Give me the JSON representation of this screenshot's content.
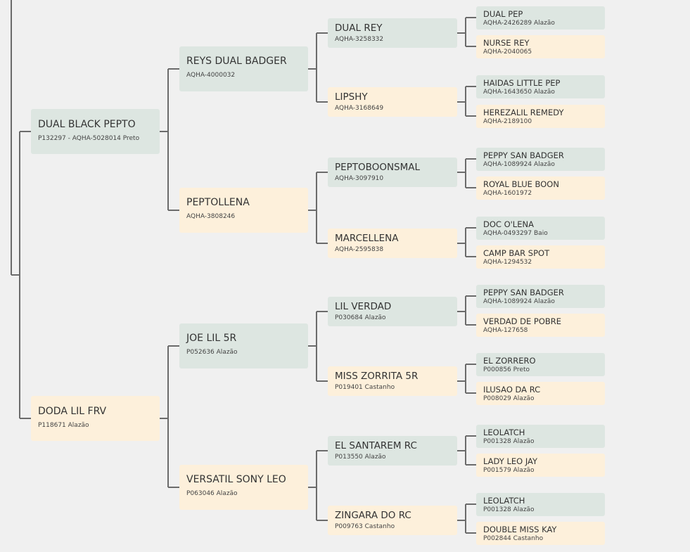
{
  "colors": {
    "sire": "#dde6e1",
    "dam": "#fdf0db",
    "connector": "#6b6b6b",
    "background": "#f0f0f0"
  },
  "tree": {
    "sire": {
      "name": "DUAL BLACK PEPTO",
      "sub": "P132297 - AQHA-5028014 Preto",
      "sire": {
        "name": "REYS DUAL BADGER",
        "sub": "AQHA-4000032",
        "sire": {
          "name": "DUAL REY",
          "sub": "AQHA-3258332",
          "sire": {
            "name": "DUAL PEP",
            "sub": "AQHA-2426289 Alazão"
          },
          "dam": {
            "name": "NURSE REY",
            "sub": "AQHA-2040065"
          }
        },
        "dam": {
          "name": "LIPSHY",
          "sub": "AQHA-3168649",
          "sire": {
            "name": "HAIDAS LITTLE PEP",
            "sub": "AQHA-1643650 Alazão"
          },
          "dam": {
            "name": "HEREZALIL REMEDY",
            "sub": "AQHA-2189100"
          }
        }
      },
      "dam": {
        "name": "PEPTOLLENA",
        "sub": "AQHA-3808246",
        "sire": {
          "name": "PEPTOBOONSMAL",
          "sub": "AQHA-3097910",
          "sire": {
            "name": "PEPPY SAN BADGER",
            "sub": "AQHA-1089924 Alazão"
          },
          "dam": {
            "name": "ROYAL BLUE BOON",
            "sub": "AQHA-1601972"
          }
        },
        "dam": {
          "name": "MARCELLENA",
          "sub": "AQHA-2595838",
          "sire": {
            "name": "DOC O'LENA",
            "sub": "AQHA-0493297 Baio"
          },
          "dam": {
            "name": "CAMP BAR SPOT",
            "sub": "AQHA-1294532"
          }
        }
      }
    },
    "dam": {
      "name": "DODA LIL FRV",
      "sub": "P118671 Alazão",
      "sire": {
        "name": "JOE LIL 5R",
        "sub": "P052636 Alazão",
        "sire": {
          "name": "LIL VERDAD",
          "sub": "P030684 Alazão",
          "sire": {
            "name": "PEPPY SAN BADGER",
            "sub": "AQHA-1089924 Alazão"
          },
          "dam": {
            "name": "VERDAD DE POBRE",
            "sub": "AQHA-127658"
          }
        },
        "dam": {
          "name": "MISS ZORRITA 5R",
          "sub": "P019401 Castanho",
          "sire": {
            "name": "EL ZORRERO",
            "sub": "P000856 Preto"
          },
          "dam": {
            "name": "ILUSAO DA RC",
            "sub": "P008029 Alazão"
          }
        }
      },
      "dam": {
        "name": "VERSATIL SONY LEO",
        "sub": "P063046 Alazão",
        "sire": {
          "name": "EL SANTAREM RC",
          "sub": "P013550 Alazão",
          "sire": {
            "name": "LEOLATCH",
            "sub": "P001328 Alazão"
          },
          "dam": {
            "name": "LADY LEO JAY",
            "sub": "P001579 Alazão"
          }
        },
        "dam": {
          "name": "ZINGARA DO RC",
          "sub": "P009763 Castanho",
          "sire": {
            "name": "LEOLATCH",
            "sub": "P001328 Alazão"
          },
          "dam": {
            "name": "DOUBLE MISS KAY",
            "sub": "P002844 Castanho"
          }
        }
      }
    }
  }
}
